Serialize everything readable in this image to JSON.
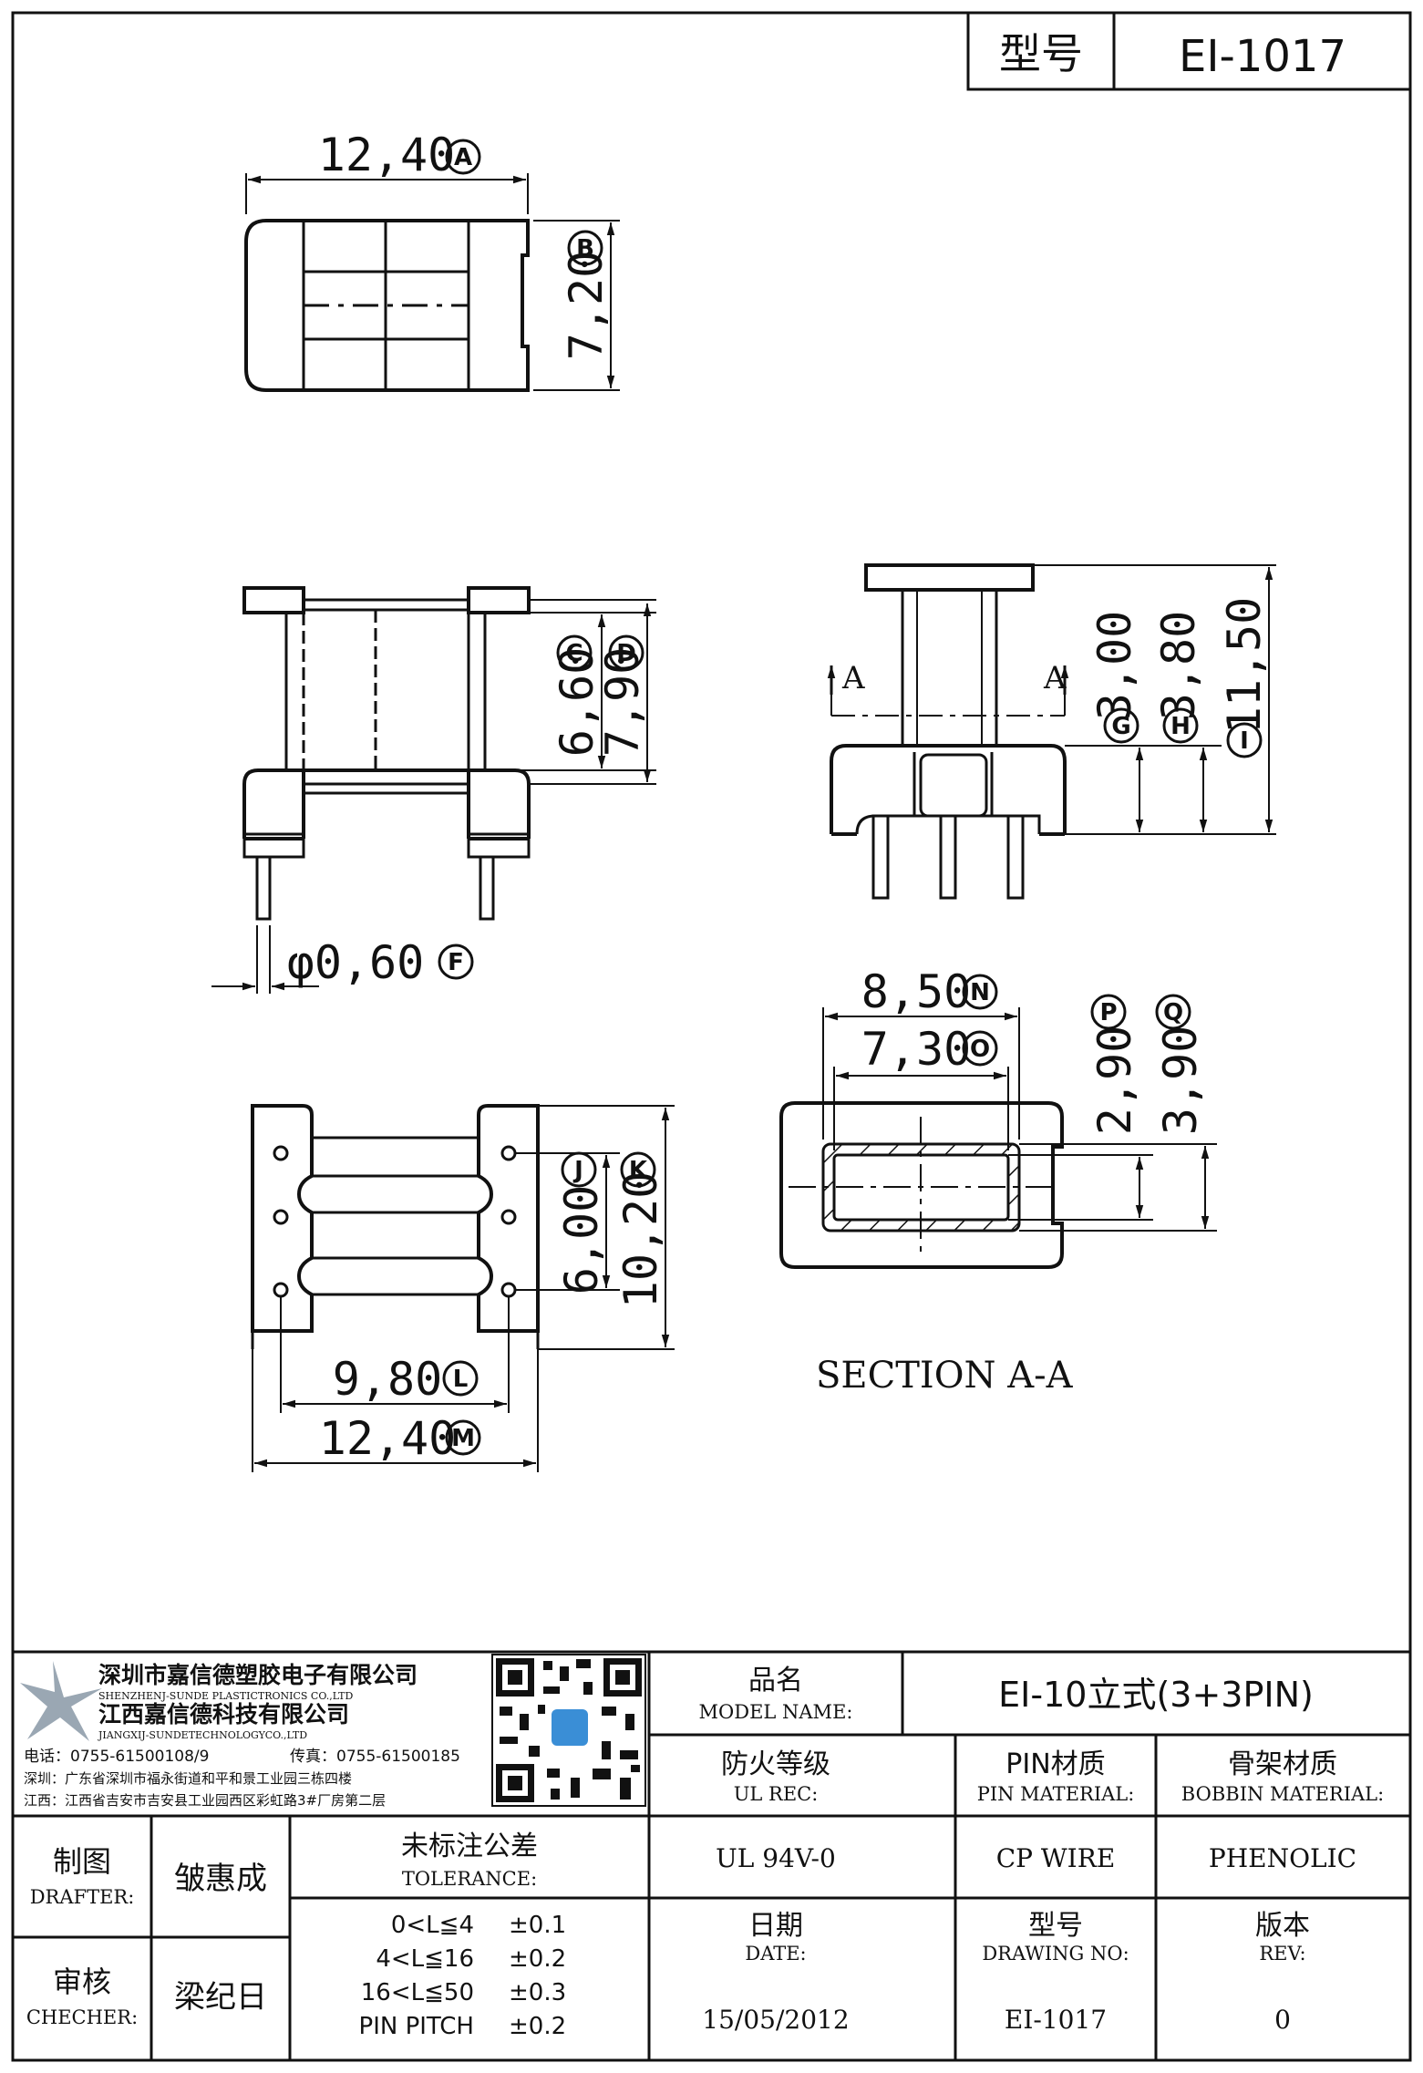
{
  "header": {
    "model_label": "型号",
    "model_value": "EI-1017"
  },
  "dimensions": {
    "A": {
      "value": "12,40",
      "tag": "A"
    },
    "B": {
      "value": "7,20",
      "tag": "B"
    },
    "C": {
      "value": "6,60",
      "tag": "C"
    },
    "D": {
      "value": "7,90",
      "tag": "D"
    },
    "F": {
      "value": "φ0,60",
      "tag": "F"
    },
    "G": {
      "value": "3,00",
      "tag": "G"
    },
    "H": {
      "value": "3,80",
      "tag": "H"
    },
    "I": {
      "value": "11,50",
      "tag": "I"
    },
    "J": {
      "value": "6,00",
      "tag": "J"
    },
    "K": {
      "value": "10,20",
      "tag": "K"
    },
    "L": {
      "value": "9,80",
      "tag": "L"
    },
    "M": {
      "value": "12,40",
      "tag": "M"
    },
    "N": {
      "value": "8,50",
      "tag": "N"
    },
    "O": {
      "value": "7,30",
      "tag": "O"
    },
    "P": {
      "value": "2,90",
      "tag": "P"
    },
    "Q": {
      "value": "3,90",
      "tag": "Q"
    }
  },
  "section": {
    "marker": "A",
    "caption": "SECTION A-A"
  },
  "company": {
    "name_cn_1": "深圳市嘉信德塑胶电子有限公司",
    "name_en_1": "SHENZHENJ-SUNDE PLASTICTRONICS CO.,LTD",
    "name_cn_2": "江西嘉信德科技有限公司",
    "name_en_2": "JIANGXIJ-SUNDETECHNOLOGYCO.,LTD",
    "tel": "电话：0755-61500108/9",
    "fax": "传真：0755-61500185",
    "addr_sz": "深圳：广东省深圳市福永街道和平和景工业园三栋四楼",
    "addr_jx": "江西：江西省吉安市吉安县工业园西区彩虹路3#厂房第二层"
  },
  "title_block": {
    "model_name_cn": "品名",
    "model_name_en": "MODEL NAME:",
    "model_name_value": "EI-10立式(3+3PIN)",
    "ul_cn": "防火等级",
    "ul_en": "UL REC:",
    "pin_cn": "PIN材质",
    "pin_en": "PIN MATERIAL:",
    "bobbin_cn": "骨架材质",
    "bobbin_en": "BOBBIN MATERIAL:",
    "ul_value": "UL 94V-0",
    "pin_value": "CP WIRE",
    "bobbin_value": "PHENOLIC",
    "date_cn": "日期",
    "date_en": "DATE:",
    "drawing_cn": "型号",
    "drawing_en": "DRAWING NO:",
    "rev_cn": "版本",
    "rev_en": "REV:",
    "date_value": "15/05/2012",
    "drawing_value": "EI-1017",
    "rev_value": "0",
    "drafter_cn": "制图",
    "drafter_en": "DRAFTER:",
    "drafter_name": "皱惠成",
    "checker_cn": "审核",
    "checker_en": "CHECHER:",
    "checker_name": "梁纪日",
    "tolerance_cn": "未标注公差",
    "tolerance_en": "TOLERANCE:",
    "tolerances": [
      {
        "range": "0<L≦4",
        "value": "±0.1"
      },
      {
        "range": "4<L≦16",
        "value": "±0.2"
      },
      {
        "range": "16<L≦50",
        "value": "±0.3"
      },
      {
        "range": "PIN PITCH",
        "value": "±0.2"
      }
    ]
  }
}
